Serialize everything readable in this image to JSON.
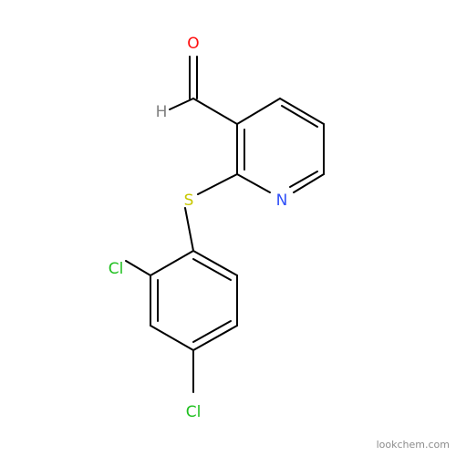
{
  "molecule": {
    "atoms": {
      "oxygen": "O",
      "hydrogen": "H",
      "nitrogen": "N",
      "sulfur": "S",
      "chlorine_ortho": "Cl",
      "chlorine_para": "Cl"
    }
  },
  "watermark": "lookchem.com",
  "colors": {
    "bond": "#000000",
    "oxygen": "#ff0d0d",
    "hydrogen": "#808080",
    "nitrogen": "#3050f8",
    "sulfur": "#c8c800",
    "chlorine": "#1fc01f",
    "watermark": "#8c8c8c"
  }
}
